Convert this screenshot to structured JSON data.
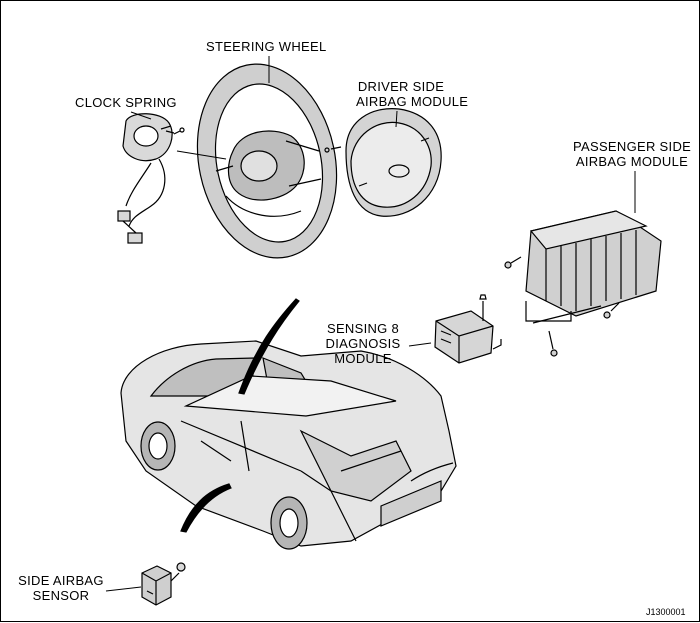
{
  "labels": {
    "steering_wheel": "STEERING WHEEL",
    "clock_spring": "CLOCK SPRING",
    "driver_airbag_line1": "DRIVER SIDE",
    "driver_airbag_line2": "AIRBAG MODULE",
    "passenger_airbag_line1": "PASSENGER SIDE",
    "passenger_airbag_line2": "AIRBAG MODULE",
    "sdm_line1": "SENSING 8",
    "sdm_line2": "DIAGNOSIS",
    "sdm_line3": "MODULE",
    "side_sensor_line1": "SIDE AIRBAG",
    "side_sensor_line2": "SENSOR"
  },
  "figure_code": "J1300001"
}
